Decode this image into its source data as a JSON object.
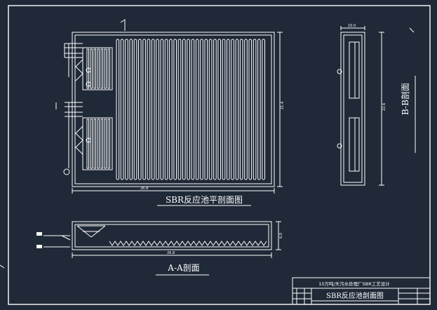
{
  "labels": {
    "plan_title": "SBR反应池平剖面图",
    "section_aa": "A-A剖面",
    "section_bb": "B-B剖面",
    "title_block_project": "15万吨/天污水处理厂SBR工艺设计",
    "title_block_drawing": "SBR反应池剖面图"
  },
  "dims": {
    "plan_width": "26.8",
    "plan_height": "21.4",
    "bb_width": "10.0",
    "bb_height": "22.6",
    "aa_length": "26.8",
    "aa_height": "6.0"
  },
  "colors": {
    "background": "#1f2937",
    "lines": "#ffffff",
    "frame": "#ffffff"
  }
}
